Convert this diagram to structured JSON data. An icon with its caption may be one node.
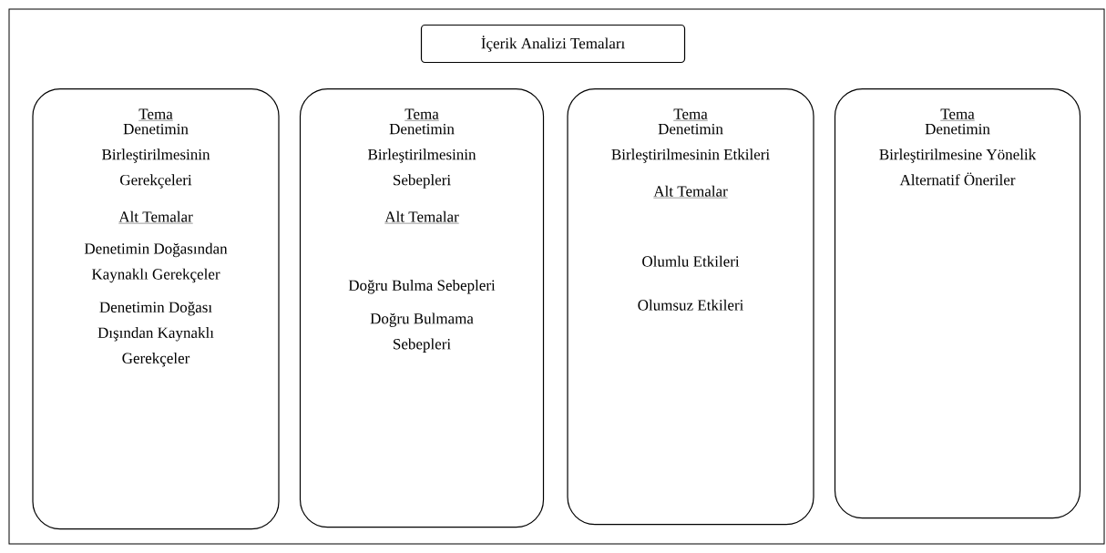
{
  "diagram": {
    "nodes": [
      {
        "text": [
          "İçerik Analizi Temaları"
        ]
      },
      {
        "text": [
          "Tema",
          "Denetimin Birleştirilmesinin Gerekçeleri",
          "Alt Temalar",
          "Denetimin Doğasından Kaynaklı Gerekçeler",
          "Denetimin Doğası Dışından Kaynaklı Gerekçeler"
        ]
      },
      {
        "text": [
          "Tema",
          "Denetimin Birleştirilmesinin Sebepleri",
          "Alt Temalar",
          "Doğru Bulma Sebepleri",
          "Doğru Bulmama Sebepleri"
        ]
      },
      {
        "text": [
          "Tema",
          "Denetimin Birleştirilmesinin Etkileri",
          "Alt Temalar",
          "Olumlu Etkileri",
          "Olumsuz Etkileri"
        ]
      },
      {
        "text": [
          "Tema",
          "Denetimin Birleştirilmesine Yönelik Alternatif Öneriler"
        ]
      }
    ]
  }
}
